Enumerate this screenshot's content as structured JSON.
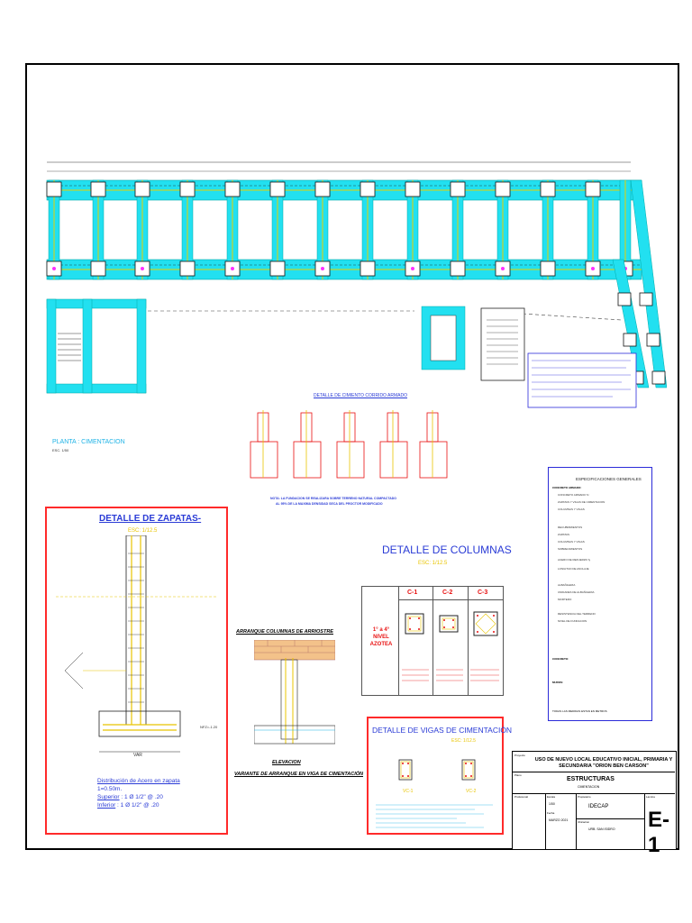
{
  "plan": {
    "title": "PLANTA : CIMENTACION",
    "scale": "ESC. 1/50",
    "strip_footing_title": "DETALLE DE CIMIENTO CORRIDO ARMADO",
    "note_line1": "NOTA: LA FUNDACION SE REALIZARA SOBRE TERRENO NATURAL COMPACTADO",
    "note_line2": "AL 95% DE LA MAXIMA DENSIDAD SECA DEL PROCTOR MODIFICADO"
  },
  "zapatas": {
    "title": "DETALLE DE ZAPATAS-",
    "scale": "ESC: 1/12.5",
    "dist_title": "Distribución de Acero en zapata",
    "dist_spacing": "1=0.50m.",
    "superior_label": "Superior",
    "superior_value": ": 1 Ø 1/2\" @ .20",
    "inferior_label": "Inferior",
    "inferior_value": ": 1 Ø 1/2\" @ .20",
    "var_label": "VAR",
    "nfz_label": "NFZ=-1.20"
  },
  "arranque": {
    "title": "ARRANQUE COLUMNAS DE ARRIOSTRE",
    "elevation": "ELEVACION",
    "variant": "VARIANTE DE ARRANQUE EN VIGA DE CIMENTACIÓN"
  },
  "columnas": {
    "title": "DETALLE DE COLUMNAS",
    "scale": "ESC: 1/12.5",
    "level_label": "1° a 4°",
    "level_name": "NIVEL",
    "level_sub": "AZOTEA",
    "types": [
      "C-1",
      "C-2",
      "C-3"
    ]
  },
  "vigas": {
    "title": "DETALLE DE VIGAS DE CIMENTACIÓN",
    "scale": "ESC: 1/12.5",
    "beams": [
      "VC-1",
      "VC-2"
    ]
  },
  "specs": {
    "title": "ESPECIFICACIONES GENERALES",
    "section_label": "CONCRETO ARMADO:",
    "section2_label": "CONCRETO:",
    "section3_label": "MUROS:",
    "rows": [
      "CONCRETO ARMADO f'c",
      "ZAPATAS Y VIGAS DE CIMENTACION",
      "COLUMNAS Y VIGAS",
      "RECUBRIMIENTOS",
      "ZAPATAS",
      "COLUMNAS Y VIGAS",
      "SOBRECIMIENTOS",
      "ACERO DE REFUERZO fy",
      "LONGITUD DE ANCLAJE",
      "ALBAÑILERIA",
      "UNIDADES DE ALBAÑILERIA",
      "MORTERO",
      "RESISTENCIA DEL TERRENO",
      "NIVEL DE FUNDACION"
    ],
    "footer": "TODAS LAS MEDIDAS ESTAN EN METROS"
  },
  "title_block": {
    "project_label": "Proyecto",
    "project": "USO DE NUEVO LOCAL EDUCATIVO INICIAL, PRIMARIA Y SECUNDARIA \"ORION BEN CARSON\"",
    "plan_label": "Plano",
    "plan_name": "ESTRUCTURAS",
    "plan_sub": "CIMENTACION",
    "professional_label": "Profesional",
    "scale_label": "Escala",
    "scale_value": "1/50",
    "date_label": "Fecha",
    "date_value": "MARZO 2021",
    "owner_label": "Propietario",
    "owner_value": "IDECAP",
    "location_label": "Ubicacion",
    "location_value": "URB. SAN ISIDRO",
    "sheet_label": "Lamina",
    "sheet_number": "E-1"
  }
}
